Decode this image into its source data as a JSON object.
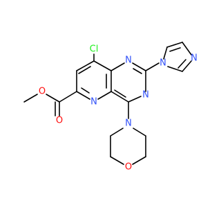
{
  "colors": {
    "carbon_bond": "#000000",
    "nitrogen": "#3050F8",
    "oxygen": "#FF0D0D",
    "chlorine": "#1FF01F"
  },
  "atoms": {
    "cl": "Cl",
    "n_upper": "N",
    "n_lower": "N",
    "n_pyridine": "N",
    "n_imidazole_1": "N",
    "n_imidazole_3": "N",
    "n_morpholine": "N",
    "o_morpholine": "O",
    "o_carbonyl": "O",
    "o_ester": "O"
  }
}
